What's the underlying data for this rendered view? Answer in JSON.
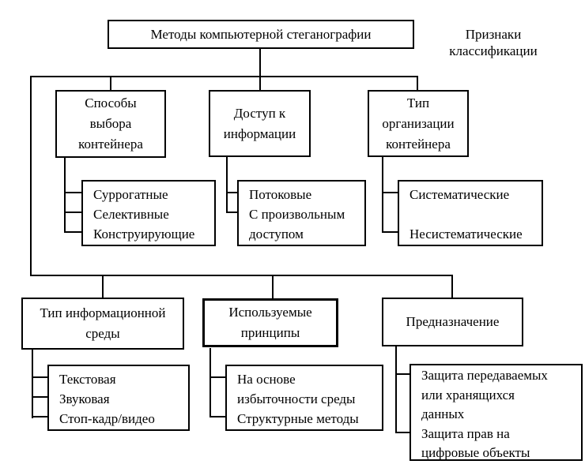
{
  "colors": {
    "background": "#ffffff",
    "line": "#000000",
    "text": "#000000"
  },
  "root_label": "Методы компьютерной стеганографии",
  "annotation": "Признаки\nклассификации",
  "branches": [
    {
      "id": "container-selection",
      "category": "Способы\nвыбора\nконтейнера",
      "items": [
        "Суррогатные",
        "Селективные",
        "Конструирующие"
      ]
    },
    {
      "id": "information-access",
      "category": "Доступ к\nинформации",
      "items": [
        "Потоковые",
        "С произвольным\nдоступом"
      ]
    },
    {
      "id": "container-organization",
      "category": "Тип\nорганизации\nконтейнера",
      "items": [
        "Систематические",
        "Несистематические"
      ]
    },
    {
      "id": "information-medium-type",
      "category": "Тип информационной\nсреды",
      "items": [
        "Текстовая",
        "Звуковая",
        "Стоп-кадр/видео"
      ]
    },
    {
      "id": "principles-used",
      "category": "Используемые\nпринципы",
      "items": [
        "На основе\nизбыточности среды",
        "Структурные методы"
      ]
    },
    {
      "id": "purpose",
      "category": "Предназначение",
      "items": [
        "Защита передаваемых\nили хранящихся\nданных",
        "Защита прав на\nцифровые объекты"
      ]
    }
  ]
}
